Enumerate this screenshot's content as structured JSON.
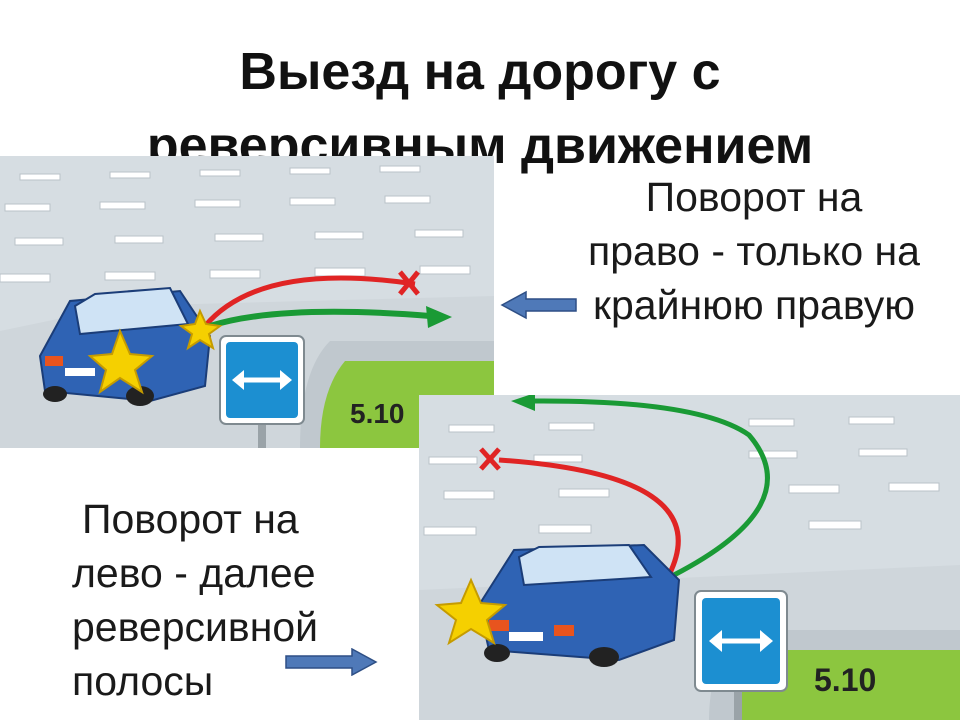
{
  "title": {
    "line1": "Выезд на дорогу с",
    "line2": "реверсивным движением"
  },
  "caption_right": {
    "line1": "Поворот на",
    "line2": "право - только на",
    "line3": "крайнюю правую"
  },
  "caption_left": {
    "line1": "Поворот на",
    "line2": "лево - далее",
    "line3": "реверсивной",
    "line4": "полосы"
  },
  "sign_top": {
    "code": "5.10"
  },
  "sign_bottom": {
    "code": "5.10"
  },
  "colors": {
    "road": "#d6dde2",
    "lane_marks": "#ffffff",
    "grass": "#8cc63f",
    "car": "#2f63b4",
    "sign": "#1c8fd1",
    "arrow_ok": "#1a9a35",
    "arrow_bad": "#e02424",
    "pointer_arrow": "#4f79b8",
    "crash_star": "#f5d000"
  }
}
